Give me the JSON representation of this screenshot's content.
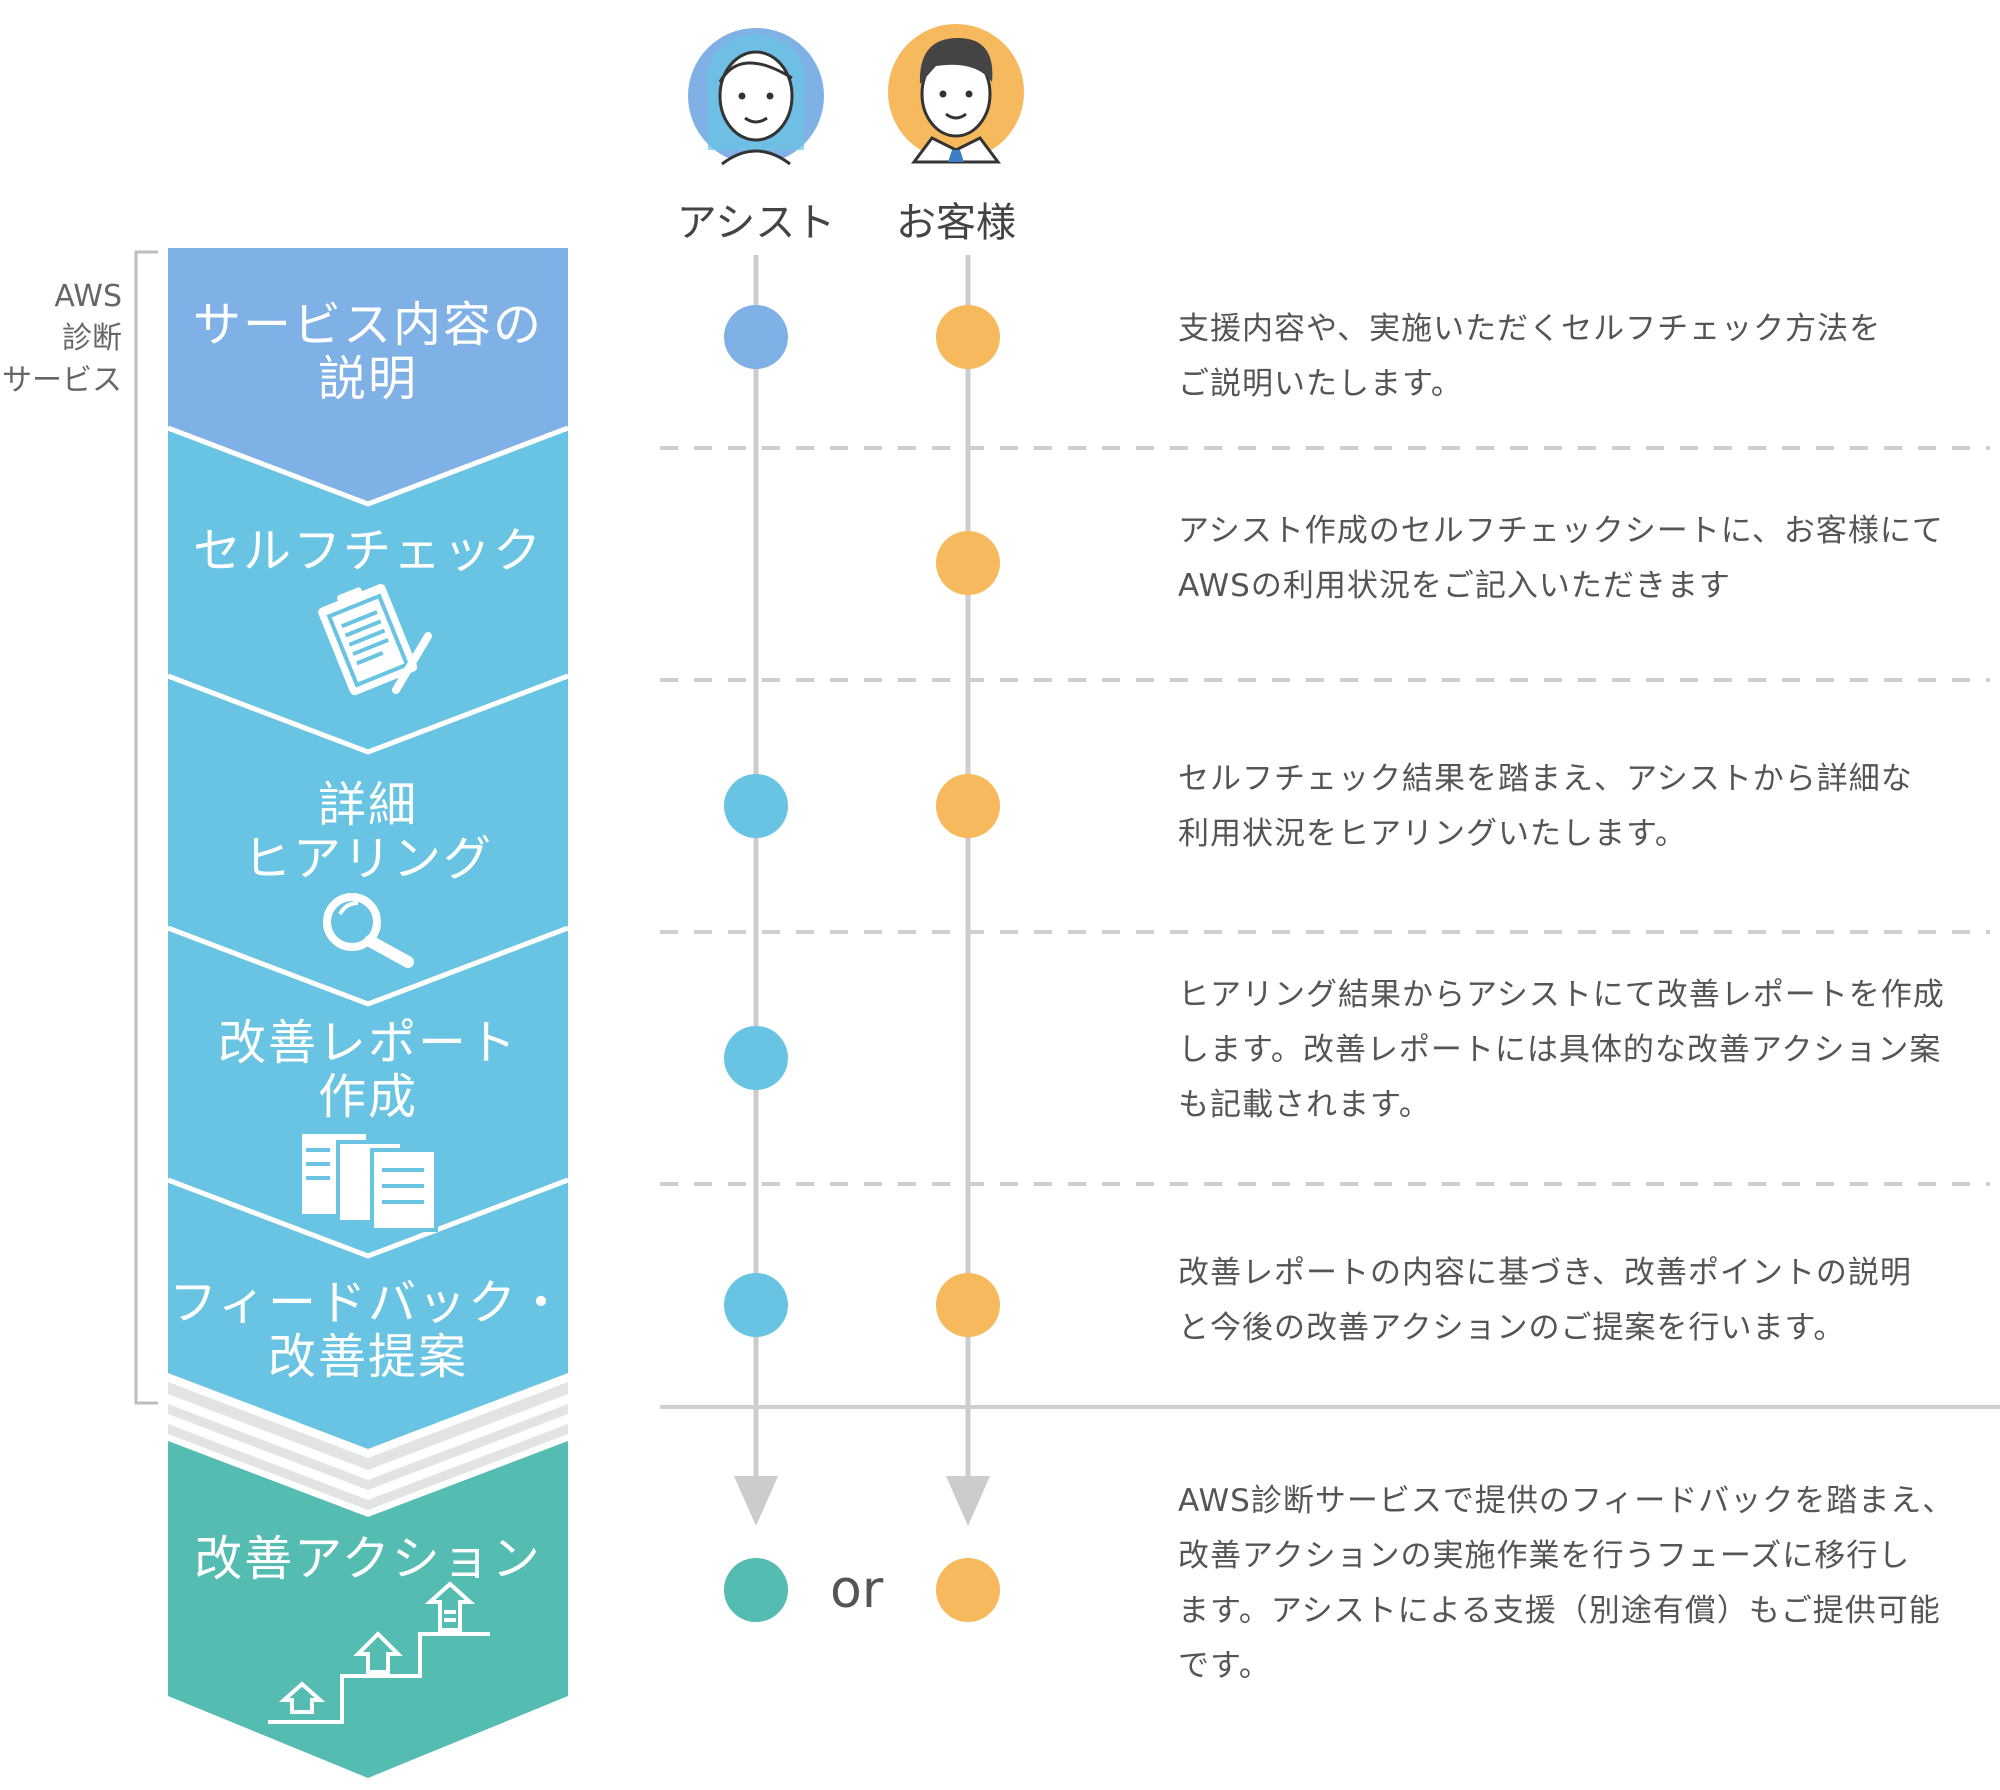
{
  "side_label": "AWS\n診断\nサービス",
  "roles": {
    "assist": "アシスト",
    "customer": "お客様"
  },
  "colors": {
    "step1": "#7fb0e6",
    "step_blue": "#68c4e2",
    "step_final": "#55bcb2",
    "dot_assist_1": "#7fb0e6",
    "dot_assist": "#68c4e2",
    "dot_customer": "#f7b95d",
    "dot_final_assist": "#55bcb2",
    "timeline": "#cccccc",
    "divider": "#cfcfcf"
  },
  "steps": [
    {
      "label": "サービス内容の\n説明",
      "icon": "none",
      "assist": true,
      "customer": true,
      "desc": "支援内容や、実施いただくセルフチェック方法を\nご説明いたします。"
    },
    {
      "label": "セルフチェック",
      "icon": "clipboard-icon",
      "assist": false,
      "customer": true,
      "desc": "アシスト作成のセルフチェックシートに、お客様にて\nAWSの利用状況をご記入いただきます"
    },
    {
      "label": "詳細\nヒアリング",
      "icon": "magnifier-icon",
      "assist": true,
      "customer": true,
      "desc": "セルフチェック結果を踏まえ、アシストから詳細な\n利用状況をヒアリングいたします。"
    },
    {
      "label": "改善レポート\n作成",
      "icon": "documents-icon",
      "assist": true,
      "customer": false,
      "desc": "ヒアリング結果からアシストにて改善レポートを作成\nします。改善レポートには具体的な改善アクション案\nも記載されます。"
    },
    {
      "label": "フィードバック・\n改善提案",
      "icon": "none",
      "assist": true,
      "customer": true,
      "desc": "改善レポートの内容に基づき、改善ポイントの説明\nと今後の改善アクションのご提案を行います。"
    }
  ],
  "final_step": {
    "label": "改善アクション",
    "icon": "stairs-up-icon",
    "or_label": "or",
    "desc": "AWS診断サービスで提供のフィードバックを踏まえ、\n改善アクションの実施作業を行うフェーズに移行し\nます。アシストによる支援（別途有償）もご提供可能\nです。"
  }
}
